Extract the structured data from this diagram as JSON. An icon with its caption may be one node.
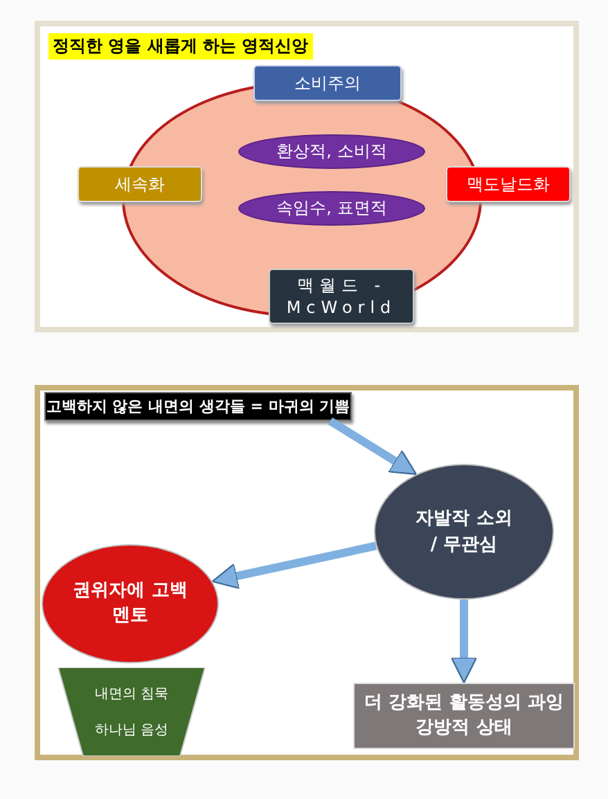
{
  "diagram": {
    "nodes": [
      {
        "text": [
          "정직한 영을 새롭게 하는 영적신앙"
        ]
      },
      {
        "text": [
          "소비주의"
        ],
        "in": 0
      },
      {
        "text": [],
        "shape": "ellipse",
        "in": 0
      },
      {
        "text": [
          "환상적, 소비적"
        ],
        "in": 2
      },
      {
        "text": [
          "세속화"
        ],
        "in": 0
      },
      {
        "text": [
          "맥도날드화"
        ],
        "in": 0
      },
      {
        "text": [
          "속임수, 표면적"
        ],
        "in": 2
      },
      {
        "text": [
          "맥월드 - McWorld"
        ],
        "in": 0
      },
      {
        "text": [],
        "shape": "box"
      },
      {
        "text": [
          "고백하지 않은 내면의 생각들 = 마귀의 기쁨"
        ],
        "in": 8
      },
      {
        "text": [
          "자발작 소외 / 무관심"
        ],
        "in": 8
      },
      {
        "text": [
          "권위자에 고백 멘토"
        ],
        "in": 8
      },
      {
        "text": [
          "내면의 침묵",
          "하나님 음성"
        ],
        "in": 8
      },
      {
        "text": [
          "더 강화된 활동성의 과잉 강방적 상태"
        ],
        "in": 8
      }
    ],
    "edges": [
      {
        "from": 9,
        "to": 10,
        "arrow": "to"
      },
      {
        "from": 10,
        "to": 11,
        "arrow": "to"
      },
      {
        "from": 10,
        "to": 13,
        "arrow": "to"
      }
    ]
  }
}
